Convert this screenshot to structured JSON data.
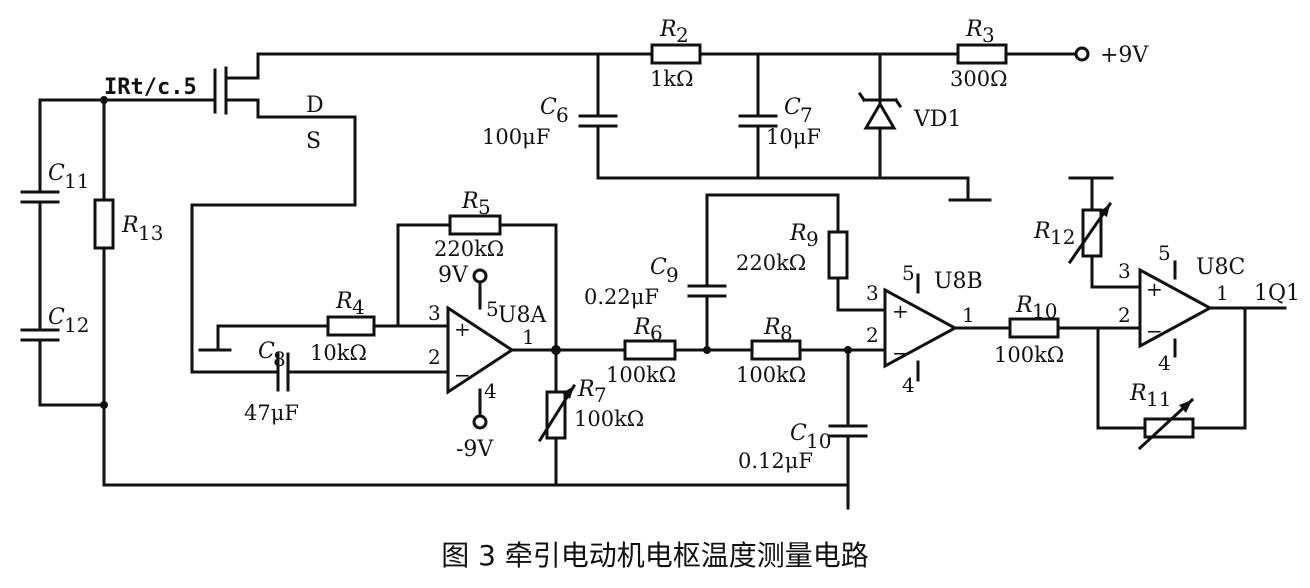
{
  "caption": "图 3  牵引电动机电枢温度测量电路",
  "sensor": {
    "label": "IRt/c.5",
    "drain": "D",
    "source": "S"
  },
  "supply": {
    "positive": "+9V",
    "u8a_pos": "9V",
    "u8a_neg": "-9V"
  },
  "opamps": [
    {
      "ref": "U8A",
      "pin_plus": "3",
      "pin_minus": "2",
      "pin_out": "1",
      "pin_vcc": "5",
      "pin_gnd": "4"
    },
    {
      "ref": "U8B",
      "pin_plus": "3",
      "pin_minus": "2",
      "pin_out": "1",
      "pin_vcc": "5",
      "pin_gnd": "4"
    },
    {
      "ref": "U8C",
      "pin_plus": "3",
      "pin_minus": "2",
      "pin_out": "1",
      "pin_vcc": "5",
      "pin_gnd": "4"
    }
  ],
  "output": "1Q1",
  "resistors": {
    "R2": {
      "name": "R",
      "sub": "2",
      "value": "1kΩ"
    },
    "R3": {
      "name": "R",
      "sub": "3",
      "value": "300Ω"
    },
    "R4": {
      "name": "R",
      "sub": "4",
      "value": "10kΩ"
    },
    "R5": {
      "name": "R",
      "sub": "5",
      "value": "220kΩ"
    },
    "R6": {
      "name": "R",
      "sub": "6",
      "value": "100kΩ"
    },
    "R7": {
      "name": "R",
      "sub": "7",
      "value": "100kΩ"
    },
    "R8": {
      "name": "R",
      "sub": "8",
      "value": "100kΩ"
    },
    "R9": {
      "name": "R",
      "sub": "9",
      "value": "220kΩ"
    },
    "R10": {
      "name": "R",
      "sub": "10",
      "value": "100kΩ"
    },
    "R11": {
      "name": "R",
      "sub": "11",
      "value": ""
    },
    "R12": {
      "name": "R",
      "sub": "12",
      "value": ""
    },
    "R13": {
      "name": "R",
      "sub": "13",
      "value": ""
    }
  },
  "capacitors": {
    "C6": {
      "name": "C",
      "sub": "6",
      "value": "100μF"
    },
    "C7": {
      "name": "C",
      "sub": "7",
      "value": "10μF"
    },
    "C8": {
      "name": "C",
      "sub": "8",
      "value": "47μF"
    },
    "C9": {
      "name": "C",
      "sub": "9",
      "value": "0.22μF"
    },
    "C10": {
      "name": "C",
      "sub": "10",
      "value": "0.12μF"
    },
    "C11": {
      "name": "C",
      "sub": "11",
      "value": ""
    },
    "C12": {
      "name": "C",
      "sub": "12",
      "value": ""
    }
  },
  "diode": {
    "ref": "VD1"
  }
}
